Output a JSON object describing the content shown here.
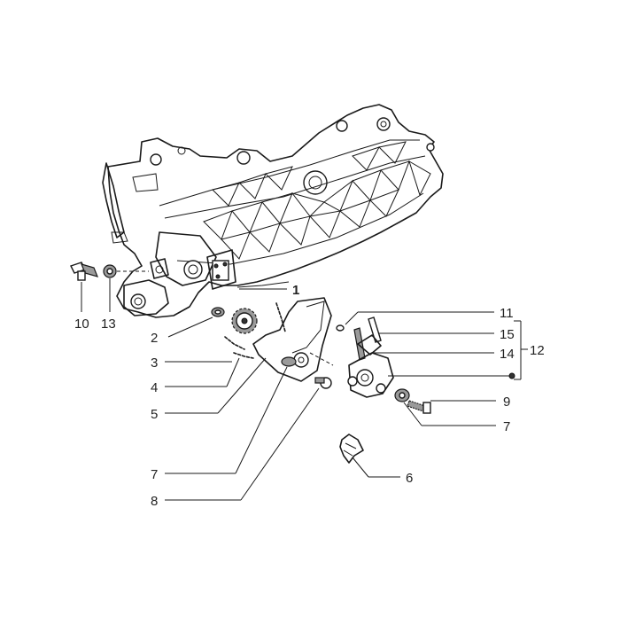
{
  "callouts": [
    {
      "id": "c1",
      "label": "1"
    },
    {
      "id": "c2",
      "label": "2"
    },
    {
      "id": "c3",
      "label": "3"
    },
    {
      "id": "c4",
      "label": "4"
    },
    {
      "id": "c5",
      "label": "5"
    },
    {
      "id": "c6",
      "label": "6"
    },
    {
      "id": "c7a",
      "label": "7"
    },
    {
      "id": "c7b",
      "label": "7"
    },
    {
      "id": "c8",
      "label": "8"
    },
    {
      "id": "c9",
      "label": "9"
    },
    {
      "id": "c10",
      "label": "10"
    },
    {
      "id": "c11",
      "label": "11"
    },
    {
      "id": "c12",
      "label": "12"
    },
    {
      "id": "c13",
      "label": "13"
    },
    {
      "id": "c14",
      "label": "14"
    },
    {
      "id": "c15",
      "label": "15"
    }
  ]
}
